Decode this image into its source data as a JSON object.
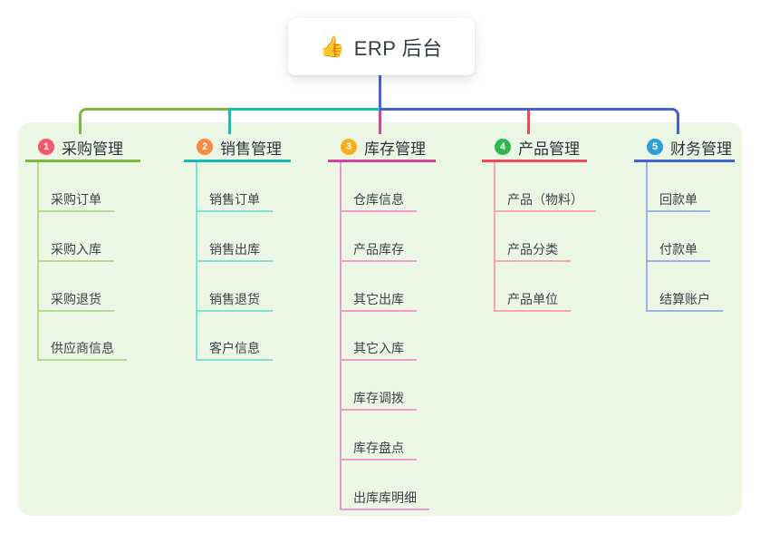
{
  "root": {
    "icon": "👍",
    "icon_name": "thumbs-up-icon",
    "title": "ERP 后台"
  },
  "panel": {
    "bg": "#EBF6E5"
  },
  "connector_color": "#4A64D2",
  "branches": [
    {
      "num": "1",
      "title": "采购管理",
      "color": "#7CB93F",
      "light": "#B5DB8D",
      "badge_color": "#F4586C",
      "items": [
        "采购订单",
        "采购入库",
        "采购退货",
        "供应商信息"
      ]
    },
    {
      "num": "2",
      "title": "销售管理",
      "color": "#13BDB4",
      "light": "#89DFD6",
      "badge_color": "#F98B3E",
      "items": [
        "销售订单",
        "销售出库",
        "销售退货",
        "客户信息"
      ]
    },
    {
      "num": "3",
      "title": "库存管理",
      "color": "#D8419B",
      "light": "#EF9CCB",
      "badge_color": "#FBAE17",
      "items": [
        "仓库信息",
        "产品库存",
        "其它出库",
        "其它入库",
        "库存调拨",
        "库存盘点",
        "出库库明细"
      ]
    },
    {
      "num": "4",
      "title": "产品管理",
      "color": "#F1495C",
      "light": "#F8A7AB",
      "badge_color": "#2DB84D",
      "items": [
        "产品（物料）",
        "产品分类",
        "产品单位"
      ]
    },
    {
      "num": "5",
      "title": "财务管理",
      "color": "#4364D0",
      "light": "#9FB4E6",
      "badge_color": "#2E9FDC",
      "items": [
        "回款单",
        "付款单",
        "结算账户"
      ]
    }
  ]
}
